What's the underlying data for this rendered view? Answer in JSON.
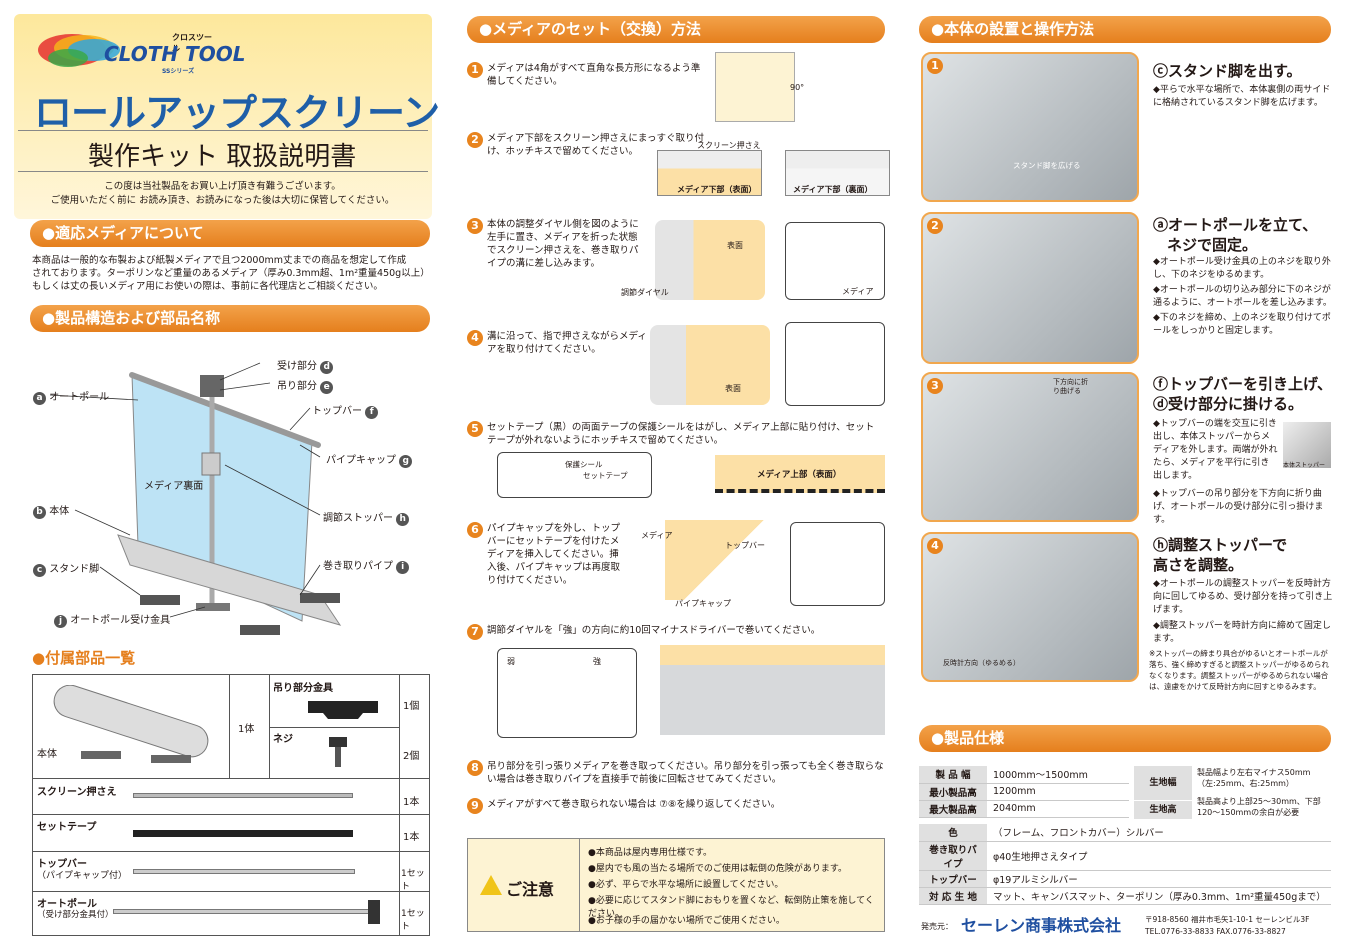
{
  "logo": {
    "brand": "CLOTH TOOL",
    "kana": "クロスツール",
    "series": "SSシリーズ"
  },
  "title": {
    "main": "ロールアップスクリーン",
    "sub": "製作キット 取扱説明書",
    "intro1": "この度は当社製品をお買い上げ頂き有難うございます。",
    "intro2": "ご使用いただく前に お読み頂き、お読みになった後は大切に保管してください。"
  },
  "media": {
    "header": "●適応メディアについて",
    "text1": "本商品は一般的な布製および紙製メディアで且つ2000mm丈までの商品を想定して作成",
    "text2": "されております。ターポリンなど重量のあるメディア（厚み0.3mm超、1m²重量450g以上）",
    "text3": "もしくは丈の長いメディア用にお使いの際は、事前に各代理店とご相談ください。"
  },
  "structure": {
    "header": "●製品構造および部品名称",
    "media_back": "メディア裏面",
    "labels": [
      {
        "id": "d",
        "text": "受け部分"
      },
      {
        "id": "e",
        "text": "吊り部分"
      },
      {
        "id": "f",
        "text": "トップバー"
      },
      {
        "id": "g",
        "text": "パイプキャップ"
      },
      {
        "id": "h",
        "text": "調節ストッパー"
      },
      {
        "id": "i",
        "text": "巻き取りパイプ"
      },
      {
        "id": "a",
        "text": "オートポール"
      },
      {
        "id": "b",
        "text": "本体"
      },
      {
        "id": "c",
        "text": "スタンド脚"
      },
      {
        "id": "j",
        "text": "オートポール受け金具"
      }
    ]
  },
  "accessories": {
    "header": "●付属部品一覧",
    "rows": [
      {
        "name": "本体",
        "qty": "1体"
      },
      {
        "name": "吊り部分金具",
        "qty": "1個"
      },
      {
        "name": "ネジ",
        "qty": "2個"
      },
      {
        "name": "スクリーン押さえ",
        "qty": "1本"
      },
      {
        "name": "セットテープ",
        "qty": "1本"
      },
      {
        "name": "トップバー",
        "sub": "（パイプキャップ付）",
        "qty": "1セット"
      },
      {
        "name": "オートポール",
        "sub": "（受け部分金具付）",
        "qty": "1セット"
      }
    ]
  },
  "media_set": {
    "header": "●メディアのセット（交換）方法",
    "steps": [
      {
        "n": "1",
        "text": "メディアは4角がすべて直角な長方形になるよう準備してください。"
      },
      {
        "n": "2",
        "text": "メディア下部をスクリーン押さえにまっすぐ取り付け、ホッチキスで留めてください。"
      },
      {
        "n": "3",
        "text": "本体の調整ダイヤル側を図のように左手に置き、メディアを折った状態でスクリーン押さえを、巻き取りパイプの溝に差し込みます。"
      },
      {
        "n": "4",
        "text": "溝に沿って、指で押さえながらメディアを取り付けてください。"
      },
      {
        "n": "5",
        "text": "セットテープ（黒）の両面テープの保護シールをはがし、メディア上部に貼り付け、セットテープが外れないようにホッチキスで留めてください。"
      },
      {
        "n": "6",
        "text": "パイプキャップを外し、トップバーにセットテープを付けたメディアを挿入してください。挿入後、パイプキャップは再度取り付けてください。"
      },
      {
        "n": "7",
        "text": "調節ダイヤルを「強」の方向に約10回マイナスドライバーで巻いてください。"
      },
      {
        "n": "8",
        "text": "吊り部分を引っ張りメディアを巻き取ってください。吊り部分を引っ張っても全く巻き取らない場合は巻き取りパイプを直接手で前後に回転させてみてください。"
      },
      {
        "n": "9",
        "text": "メディアがすべて巻き取られない場合は ⑦⑧を繰り返してください。"
      }
    ],
    "fig": {
      "angle": "90°",
      "screen_press": "スクリーン押さえ",
      "media_bottom": "メディア下部（表面）",
      "media_bottom2": "メディア下部（裏面）",
      "front": "表面",
      "dial": "調節ダイヤル",
      "media": "メディア",
      "front2": "表面",
      "seal": "保護シール",
      "tape": "セットテープ",
      "media_top": "メディア上部（表面）",
      "media_l": "メディア",
      "topbar": "トップバー",
      "pipecap": "パイプキャップ",
      "weak": "弱",
      "strong": "強"
    }
  },
  "caution": {
    "title": "ご注意",
    "items": [
      "●本商品は屋内専用仕様です。",
      "●屋内でも風の当たる場所でのご使用は転倒の危険があります。",
      "●必ず、平らで水平な場所に設置してください。",
      "●必要に応じてスタンド脚におもりを置くなど、転倒防止策を施してください。",
      "●お子様の手の届かない場所でご使用ください。"
    ]
  },
  "install": {
    "header": "●本体の設置と操作方法",
    "ops": [
      {
        "n": "1",
        "title": "ⓒスタンド脚を出す。",
        "text": [
          "◆平らで水平な場所で、本体裏側の両サイドに格納されているスタンド脚を広げます。"
        ],
        "photo_label": "スタンド脚を広げる"
      },
      {
        "n": "2",
        "title1": "ⓐオートポールを立て、",
        "title2": "ネジで固定。",
        "text": [
          "◆オートポール受け金具の上のネジを取り外し、下のネジをゆるめます。",
          "◆オートポールの切り込み部分に下のネジが通るように、オートポールを差し込みます。",
          "◆下のネジを締め、上のネジを取り付けてポールをしっかりと固定します。"
        ]
      },
      {
        "n": "3",
        "title1": "ⓕトップバーを引き上げ、",
        "title2": "ⓓ受け部分に掛ける。",
        "text": [
          "◆トップバーの端を交互に引き出し、本体ストッパーからメディアを外します。両端が外れたら、メディアを平行に引き出します。",
          "◆トップバーの吊り部分を下方向に折り曲げ、オートポールの受け部分に引っ掛けます。"
        ],
        "photo_label": "下方向に折り曲げる",
        "stopper": "本体ストッパー"
      },
      {
        "n": "4",
        "title1": "ⓗ調整ストッパーで",
        "title2": "高さを調整。",
        "text": [
          "◆オートポールの調整ストッパーを反時計方向に回してゆるめ、受け部分を持って引き上げます。",
          "◆調整ストッパーを時計方向に締めて固定します。",
          "※ストッパーの締まり具合がゆるいとオートポールが落ち、強く締めすぎると調整ストッパーがゆるめられなくなります。調整ストッパーがゆるめられない場合は、遠慮をかけて反時計方向に回すとゆるみます。"
        ],
        "photo_label": "反時計方向（ゆるめる）"
      }
    ]
  },
  "spec": {
    "header": "●製品仕様",
    "rows": [
      {
        "k": "製 品 幅",
        "v": "1000mm〜1500mm",
        "k2": "生地幅",
        "v2": "製品幅より左右マイナス50mm（左:25mm、右:25mm）"
      },
      {
        "k": "最小製品高",
        "v": "1200mm"
      },
      {
        "k": "最大製品高",
        "v": "2040mm",
        "k2": "生地高",
        "v2": "製品高より上部25〜30mm、下部120〜150mmの余白が必要"
      },
      {
        "k": "色",
        "v": "（フレーム、フロントカバー）シルバー"
      },
      {
        "k": "巻き取りパイプ",
        "v": "φ40生地押さえタイプ"
      },
      {
        "k": "トップバー",
        "v": "φ19アルミシルバー"
      },
      {
        "k": "対 応 生 地",
        "v": "マット、キャンバスマット、ターポリン（厚み0.3mm、1m²重量450gまで）"
      }
    ]
  },
  "footer": {
    "label": "発売元：",
    "company": "セーレン商事株式会社",
    "address": "〒918-8560 福井市毛矢1-10-1 セーレンビル3F",
    "tel": "TEL.0776-33-8833 FAX.0776-33-8827"
  },
  "colors": {
    "accent": "#e8841e",
    "title_blue": "#1f5fa8",
    "cream": "#fdf3d3"
  }
}
